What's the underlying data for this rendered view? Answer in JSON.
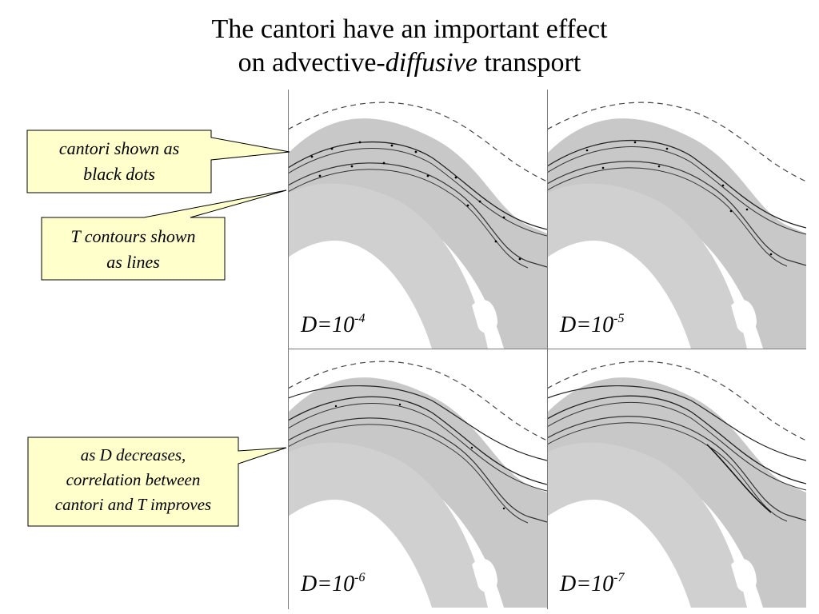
{
  "title": {
    "line1": "The cantori have an important effect",
    "line2_prefix": "on advective-",
    "line2_italic": "diffusive",
    "line2_suffix": " transport"
  },
  "callouts": {
    "cantori_line1": "cantori shown as",
    "cantori_line2": "black dots",
    "contours_line1": "T contours shown",
    "contours_line2": "as lines",
    "diff_line1": "as D decreases,",
    "diff_line2": "correlation between",
    "diff_line3": "cantori and T improves"
  },
  "panels": [
    {
      "label_base": "D=10",
      "label_exp": "-4"
    },
    {
      "label_base": "D=10",
      "label_exp": "-5"
    },
    {
      "label_base": "D=10",
      "label_exp": "-6"
    },
    {
      "label_base": "D=10",
      "label_exp": "-7"
    }
  ],
  "colors": {
    "callout_fill": "#ffffcc",
    "chaotic_sea": "#c8c8c8",
    "contour_lines": "#333333"
  }
}
